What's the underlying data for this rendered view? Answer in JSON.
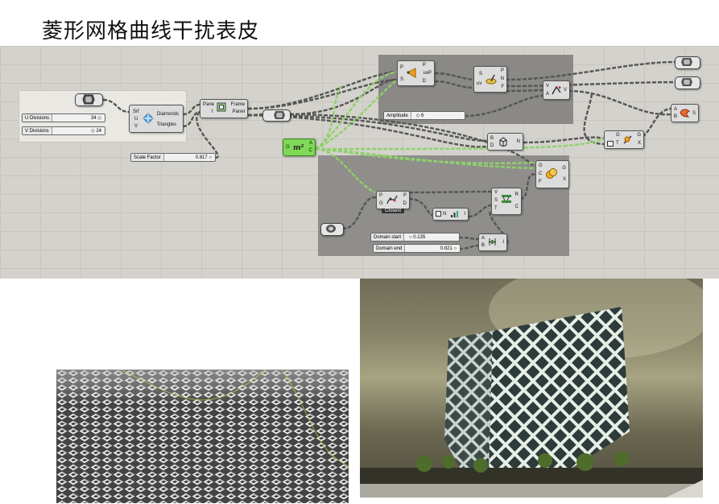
{
  "title": "菱形网格曲线干扰表皮",
  "sliders": {
    "u_divisions": {
      "label": "U Divisions",
      "value": "34 ◇"
    },
    "v_divisions": {
      "label": "V Divisions",
      "value": "◇ 24"
    },
    "scale_factor": {
      "label": "Scale Factor",
      "value": "0.817 ○"
    },
    "amplitude": {
      "label": "Amplitude",
      "value": "◇ 6"
    },
    "domain_start": {
      "label": "Domain start",
      "value": "○ 0.135"
    },
    "domain_end": {
      "label": "Domain end",
      "value": "0.821 ○"
    }
  },
  "components": {
    "diamond_panels": {
      "inputs": [
        "Srf",
        "U",
        "V"
      ],
      "outputs": [
        "Diamonds",
        "Triangles"
      ]
    },
    "frame_panel": {
      "inputs": [
        "Pane",
        "t"
      ],
      "outputs": [
        "Frame",
        "Panel"
      ]
    },
    "evaluate_surface": {
      "inputs": [
        "P",
        "S"
      ],
      "outputs": [
        "P",
        "uvP",
        "D"
      ]
    },
    "surface_normal": {
      "inputs": [
        "S",
        "uv"
      ],
      "outputs": [
        "P",
        "N",
        "F"
      ]
    },
    "amplitude_vector": {
      "inputs": [
        "V",
        "A"
      ],
      "outputs": [
        "V"
      ]
    },
    "move": {
      "inputs": [
        "A",
        "B"
      ],
      "outputs": [
        "S"
      ]
    },
    "geometry_param": {
      "inputs": [
        "G"
      ],
      "outputs": [
        "A",
        "C"
      ]
    },
    "box_bd": {
      "inputs": [
        "B",
        "D"
      ],
      "outputs": [
        "N"
      ]
    },
    "scale_gt": {
      "inputs": [
        "G",
        "T"
      ],
      "outputs": [
        "G",
        "X"
      ]
    },
    "scale_gcf": {
      "inputs": [
        "G",
        "C",
        "F"
      ],
      "outputs": [
        "G",
        "X"
      ]
    },
    "curve_closest": {
      "inputs": [
        "P",
        "G"
      ],
      "outputs": [
        "P",
        "D"
      ],
      "badge": "Closest"
    },
    "sort_list": {
      "inputs": [
        "N"
      ],
      "outputs": [
        "I"
      ]
    },
    "remap": {
      "inputs": [
        "V",
        "S",
        "T"
      ],
      "outputs": [
        "R",
        "C"
      ]
    },
    "construct_domain": {
      "inputs": [
        "A",
        "B"
      ],
      "outputs": [
        "I"
      ]
    }
  },
  "icons": [
    "geometry-hex-icon",
    "point-icon",
    "diamond-panels-icon",
    "frame-panel-icon",
    "cone-icon",
    "normal-icon",
    "vector-icon",
    "box-icon",
    "cube-icon",
    "scale-icon",
    "curve-icon",
    "sort-icon",
    "remap-icon",
    "domain-icon",
    "move-icon"
  ],
  "colors": {
    "canvas": "#d4d2cc",
    "group": "#8a8986",
    "group_dark": "#7e7d79",
    "wire_green": "#8fd16a",
    "wire_grey": "#555555",
    "green_param": "#7ed957"
  }
}
